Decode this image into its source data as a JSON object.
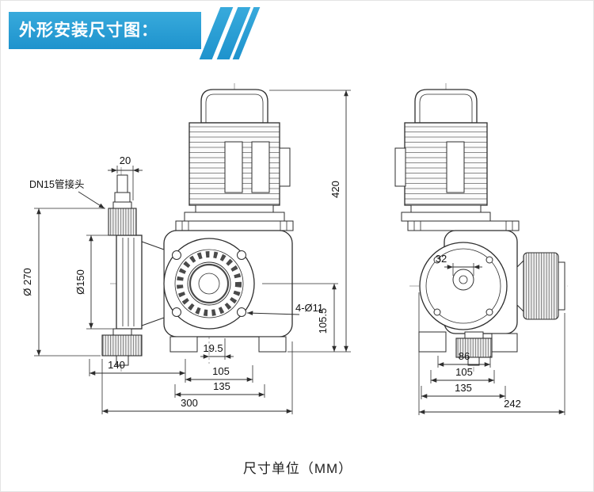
{
  "header": {
    "title": "外形安装尺寸图："
  },
  "footer": {
    "unit_label": "尺寸单位（MM）"
  },
  "colors": {
    "banner_top": "#38aadc",
    "banner_bottom": "#1e93cd",
    "line": "#2e2e2e"
  },
  "dims": {
    "pipe_joint_label": "DN15管接头",
    "d20": "20",
    "d420": "420",
    "d270": "Ø 270",
    "d150": "Ø150",
    "d32": "32",
    "bolt_note": "4-Ø11",
    "d105_5": "105.5",
    "d19_5": "19.5",
    "d140": "140",
    "front_bolt_span": "105",
    "front_foot_span": "135",
    "front_overall": "300",
    "side_span_86": "86",
    "side_span_105": "105",
    "side_span_135": "135",
    "side_overall": "242"
  }
}
